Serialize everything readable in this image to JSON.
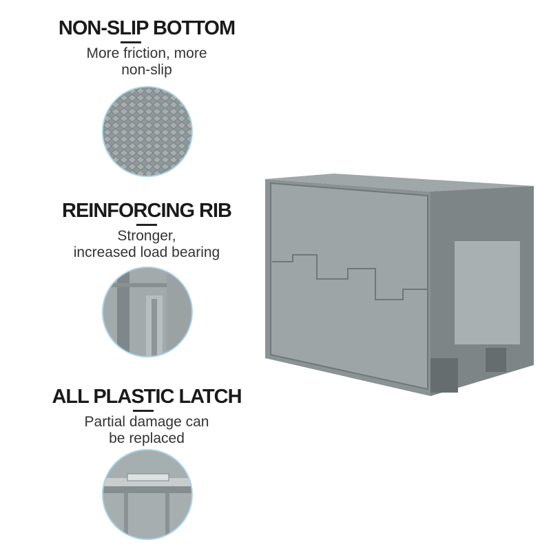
{
  "features": [
    {
      "title": "NON-SLIP BOTTOM",
      "description_lines": [
        "More friction, more",
        "non-slip"
      ]
    },
    {
      "title": "REINFORCING RIB",
      "description_lines": [
        "Stronger,",
        "increased load bearing"
      ]
    },
    {
      "title": "ALL PLASTIC LATCH",
      "description_lines": [
        "Partial damage can",
        "be replaced"
      ]
    }
  ],
  "colors": {
    "plastic_gray": "#8f9698",
    "circle_border": "#a9d3e6",
    "text": "#1a1a1a"
  }
}
